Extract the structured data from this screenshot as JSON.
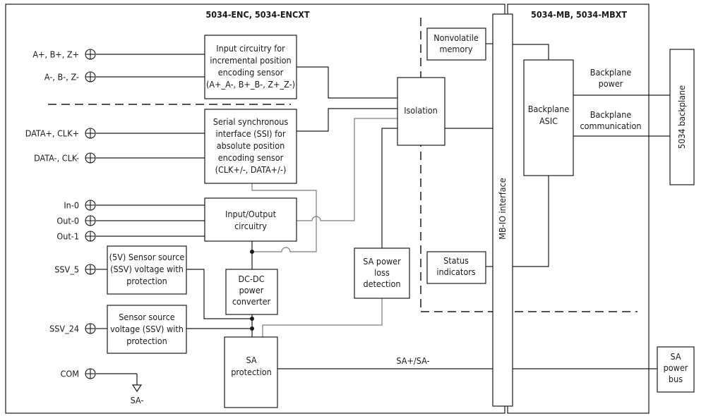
{
  "titles": {
    "left": "5034-ENC, 5034-ENCXT",
    "right": "5034-MB, 5034-MBXT"
  },
  "terminals": [
    {
      "id": "abz-plus",
      "label": "A+, B+, Z+"
    },
    {
      "id": "abz-minus",
      "label": "A-, B-, Z-"
    },
    {
      "id": "data-clk-plus",
      "label": "DATA+, CLK+"
    },
    {
      "id": "data-clk-minus",
      "label": "DATA-, CLK-"
    },
    {
      "id": "in0",
      "label": "In-0"
    },
    {
      "id": "out0",
      "label": "Out-0"
    },
    {
      "id": "out1",
      "label": "Out-1"
    },
    {
      "id": "ssv5",
      "label": "SSV_5"
    },
    {
      "id": "ssv24",
      "label": "SSV_24"
    },
    {
      "id": "com",
      "label": "COM"
    }
  ],
  "blocks": {
    "incremental": [
      "Input circuitry for",
      "incremental position",
      "encoding sensor",
      "(A+_A-, B+_B-, Z+_Z-)"
    ],
    "ssi": [
      "Serial synchronous",
      "interface (SSI) for",
      "absolute position",
      "encoding sensor",
      "(CLK+/-, DATA+/-)"
    ],
    "io": [
      "Input/Output",
      "circuitry"
    ],
    "sensor5": [
      "(5V) Sensor source",
      "(SSV) voltage with",
      "protection"
    ],
    "sensor24": [
      "Sensor source",
      "voltage (SSV) with",
      "protection"
    ],
    "dcdc": [
      "DC-DC",
      "power",
      "converter"
    ],
    "sa_protection": [
      "SA",
      "protection"
    ],
    "sa_loss": [
      "SA power",
      "loss",
      "detection"
    ],
    "isolation": [
      "Isolation"
    ],
    "nonvolatile": [
      "Nonvolatile",
      "memory"
    ],
    "status": [
      "Status",
      "indicators"
    ],
    "mbio": "MB-IO interface",
    "asic": [
      "Backplane",
      "ASIC"
    ],
    "backplane": "5034 backplane",
    "sa_bus": [
      "SA",
      "power",
      "bus"
    ]
  },
  "signal_labels": {
    "bp_power": [
      "Backplane",
      "power"
    ],
    "bp_comm": [
      "Backplane",
      "communication"
    ],
    "sa_line": "SA+/SA-",
    "sa_minus": "SA-"
  }
}
